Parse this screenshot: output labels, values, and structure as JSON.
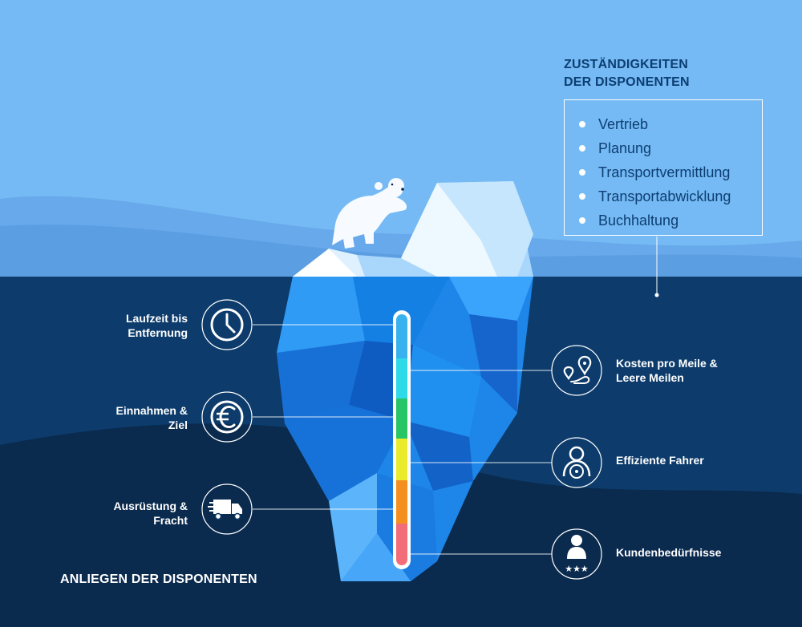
{
  "header": {
    "title_line1": "ZUSTÄNDIGKEITEN",
    "title_line2": "DER DISPONENTEN"
  },
  "duties": [
    {
      "label": "Vertrieb"
    },
    {
      "label": "Planung"
    },
    {
      "label": "Transportvermittlung"
    },
    {
      "label": "Transportabwicklung"
    },
    {
      "label": "Buchhaltung"
    }
  ],
  "left_items": [
    {
      "line1": "Laufzeit bis",
      "line2": "Entfernung",
      "icon": "clock-icon"
    },
    {
      "line1": "Einnahmen &",
      "line2": "Ziel",
      "icon": "euro-icon"
    },
    {
      "line1": "Ausrüstung &",
      "line2": "Fracht",
      "icon": "truck-icon"
    }
  ],
  "right_items": [
    {
      "line1": "Kosten pro Meile &",
      "line2": "Leere Meilen",
      "icon": "route-icon"
    },
    {
      "line1": "Effiziente Fahrer",
      "line2": "",
      "icon": "driver-icon"
    },
    {
      "line1": "Kundenbedürfnisse",
      "line2": "",
      "icon": "customer-rating-icon"
    }
  ],
  "footer": {
    "title": "ANLIEGEN DER DISPONENTEN"
  },
  "colors": {
    "sky": "#74b9f3",
    "sea_deep": "#0a2a4e",
    "sea_mid": "#0d3c6c",
    "iceberg": "#1f8ff0",
    "gauge": [
      "#38b2ee",
      "#2ed9e8",
      "#27c566",
      "#eaeb2a",
      "#f59020",
      "#f26d78"
    ]
  }
}
